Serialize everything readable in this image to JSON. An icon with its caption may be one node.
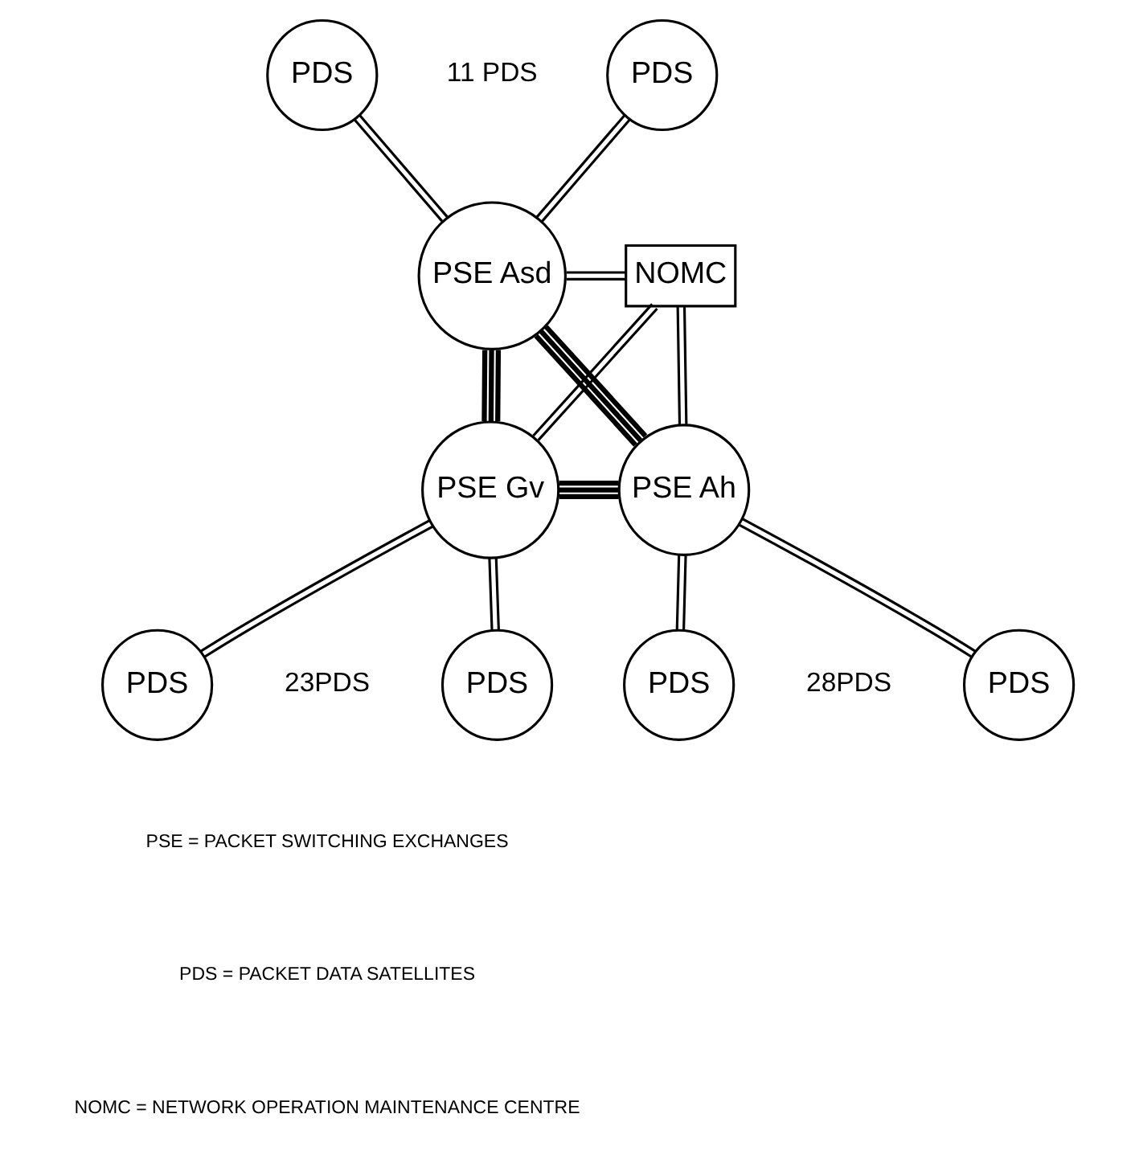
{
  "diagram": {
    "nodes": [
      {
        "text": [
          "PDS"
        ]
      },
      {
        "text": [
          "PDS"
        ]
      },
      {
        "text": [
          "PSE Asd"
        ]
      },
      {
        "text": [
          "NOMC"
        ]
      },
      {
        "text": [
          "PSE Gv"
        ]
      },
      {
        "text": [
          "PSE Ah"
        ]
      },
      {
        "text": [
          "PDS"
        ]
      },
      {
        "text": [
          "PDS"
        ]
      },
      {
        "text": [
          "PDS"
        ]
      },
      {
        "text": [
          "PDS"
        ]
      }
    ],
    "edges": [
      {
        "from": 0,
        "to": 2,
        "arrow": "none"
      },
      {
        "from": 1,
        "to": 2,
        "arrow": "none"
      },
      {
        "from": 2,
        "to": 3,
        "arrow": "none"
      },
      {
        "from": 2,
        "to": 4,
        "arrow": "none",
        "style": "thick"
      },
      {
        "from": 2,
        "to": 5,
        "arrow": "none",
        "style": "thick"
      },
      {
        "from": 3,
        "to": 4,
        "arrow": "none"
      },
      {
        "from": 3,
        "to": 5,
        "arrow": "none"
      },
      {
        "from": 4,
        "to": 5,
        "arrow": "none",
        "style": "thick"
      },
      {
        "from": 4,
        "to": 6,
        "arrow": "none"
      },
      {
        "from": 4,
        "to": 7,
        "arrow": "none"
      },
      {
        "from": 5,
        "to": 8,
        "arrow": "none"
      },
      {
        "from": 5,
        "to": 9,
        "arrow": "none"
      }
    ],
    "labels": [
      "11 PDS",
      "23PDS",
      "28PDS",
      "PSE = PACKET SWITCHING EXCHANGES",
      "PDS = PACKET DATA SATELLITES",
      "NOMC = NETWORK OPERATION MAINTENANCE CENTRE"
    ]
  }
}
